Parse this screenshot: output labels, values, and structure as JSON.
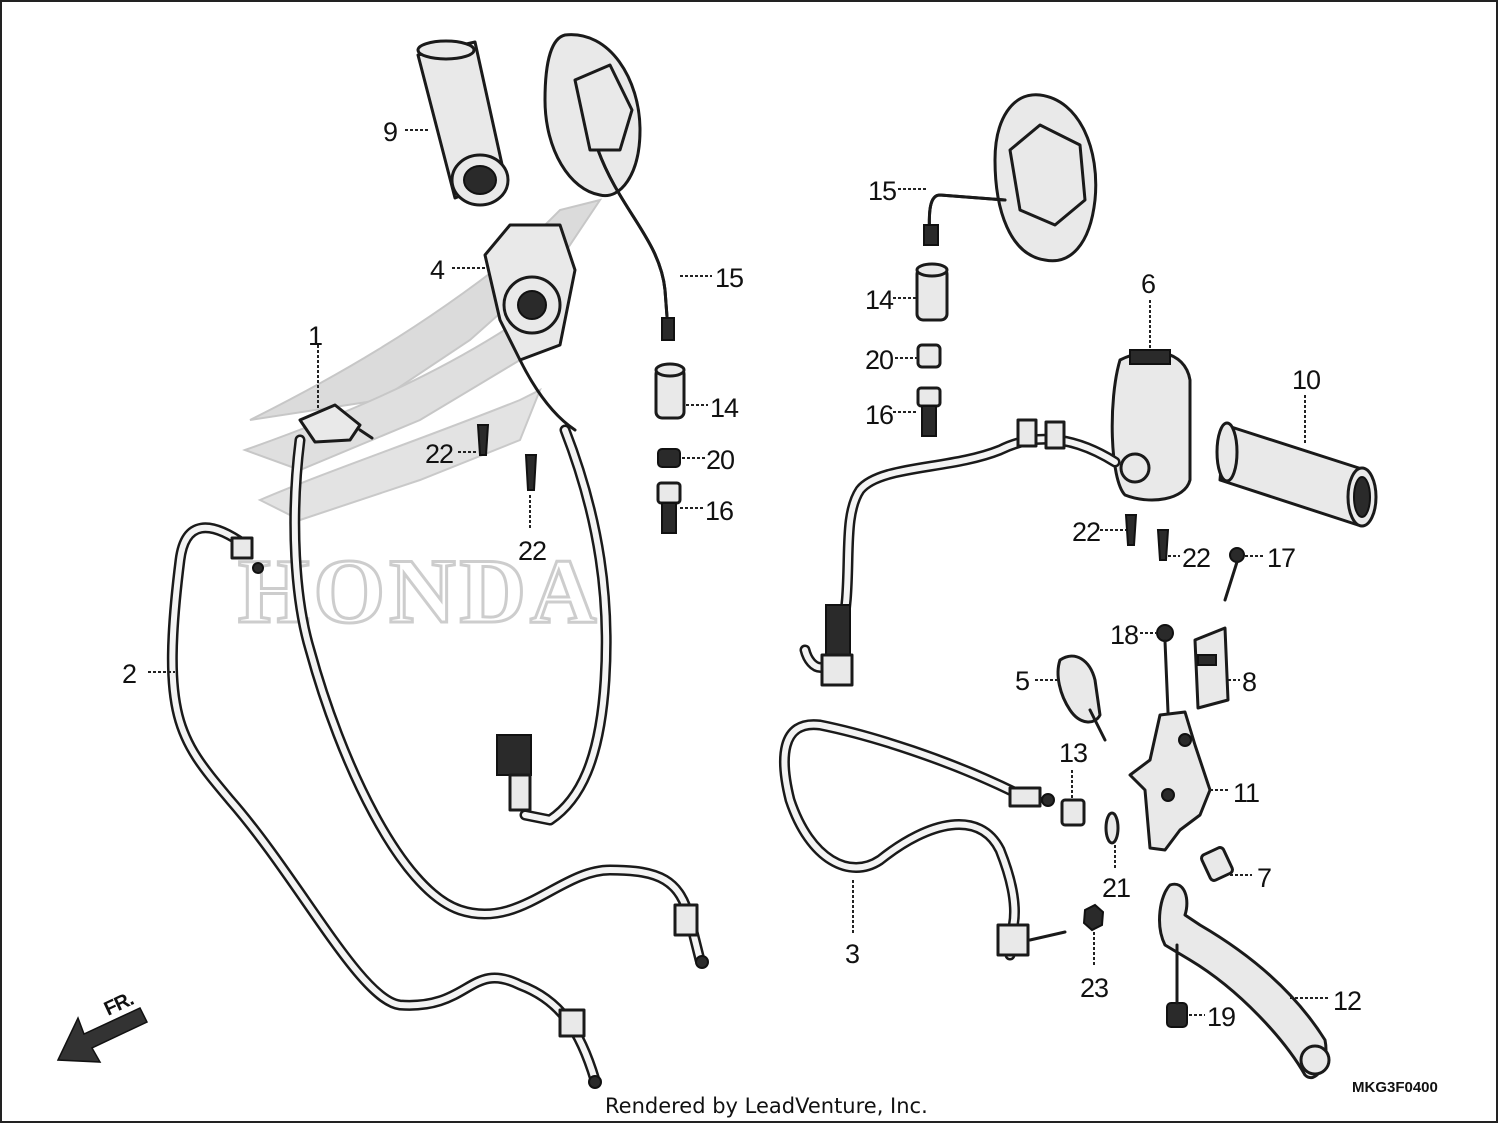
{
  "diagram": {
    "watermark": "HONDA",
    "diagram_code": "MKG3F0400",
    "credit": "Rendered by LeadVenture, Inc.",
    "direction_marker": "FR.",
    "callouts": {
      "c1": "1",
      "c2": "2",
      "c3": "3",
      "c4": "4",
      "c5": "5",
      "c6": "6",
      "c7": "7",
      "c8": "8",
      "c9": "9",
      "c10": "10",
      "c11": "11",
      "c12": "12",
      "c13": "13",
      "c14a": "14",
      "c14b": "14",
      "c15a": "15",
      "c15b": "15",
      "c16a": "16",
      "c16b": "16",
      "c17": "17",
      "c18": "18",
      "c19": "19",
      "c20a": "20",
      "c20b": "20",
      "c21": "21",
      "c22a": "22",
      "c22b": "22",
      "c22c": "22",
      "c22d": "22",
      "c23": "23"
    }
  }
}
